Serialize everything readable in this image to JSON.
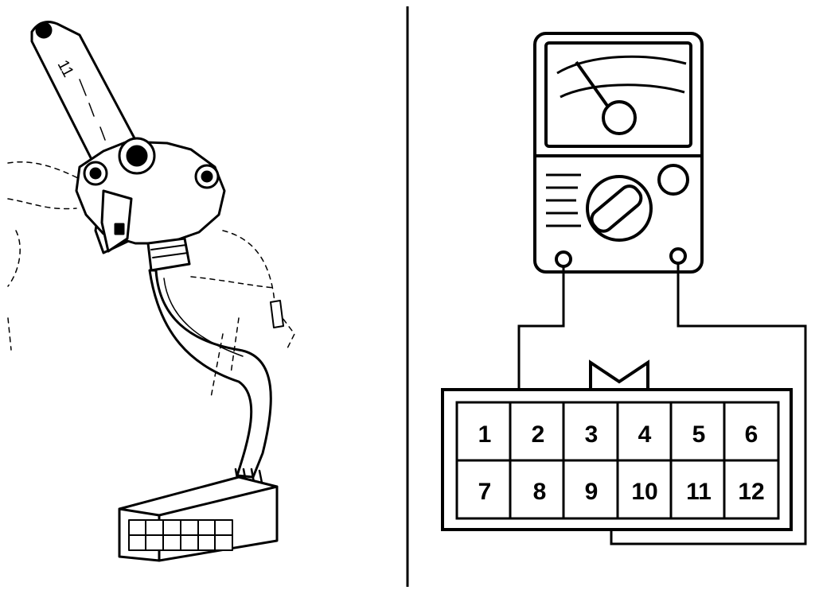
{
  "connector": {
    "pins_top": [
      "1",
      "2",
      "3",
      "4",
      "5",
      "6"
    ],
    "pins_bottom": [
      "7",
      "8",
      "9",
      "10",
      "11",
      "12"
    ]
  },
  "harness_label": "11",
  "colors": {
    "ink": "#000000",
    "paper": "#ffffff"
  },
  "icons": {
    "left_panel": "switch-lever-with-harness-illustration",
    "meter": "analog-ohmmeter-icon",
    "connector": "12-pin-connector-face"
  }
}
